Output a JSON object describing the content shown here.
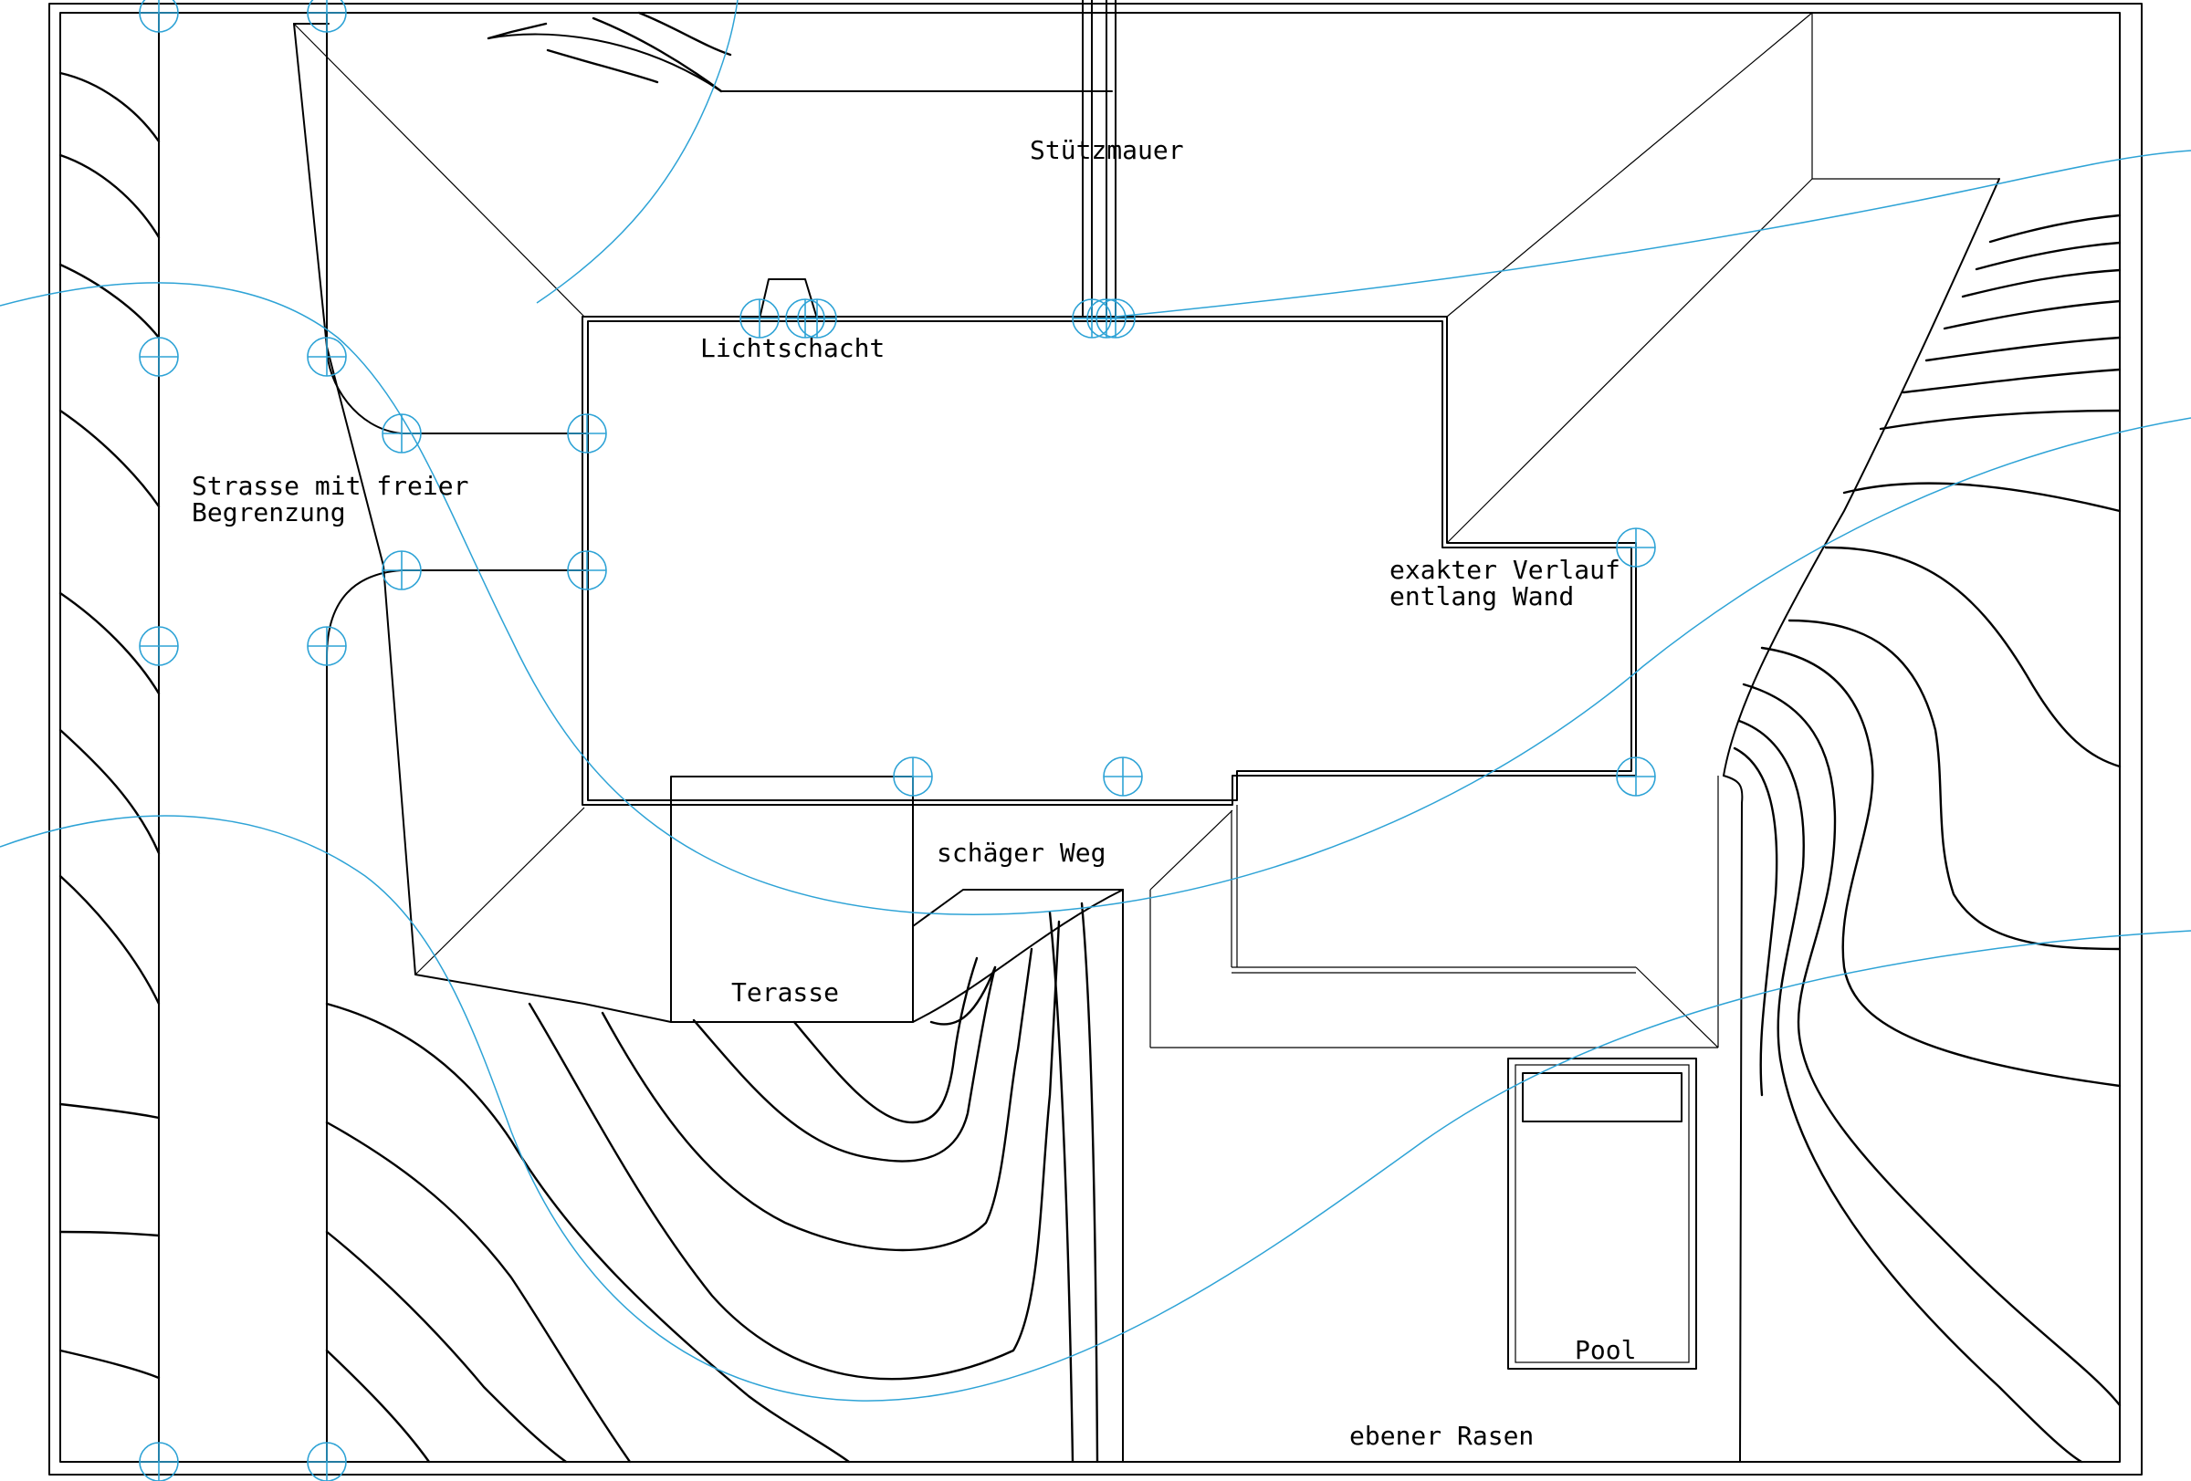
{
  "labels": {
    "stuetzmauer": "Stützmauer",
    "lichtschacht": "Lichtschacht",
    "strasse_line1": "Strasse mit freier",
    "strasse_line2": "Begrenzung",
    "wand_line1": "exakter Verlauf",
    "wand_line2": "entlang Wand",
    "weg": "schäger Weg",
    "terasse": "Terasse",
    "pool": "Pool",
    "rasen": "ebener Rasen"
  },
  "colors": {
    "ink": "#000000",
    "guide": "#2ea3d6",
    "paper": "#ffffff"
  }
}
